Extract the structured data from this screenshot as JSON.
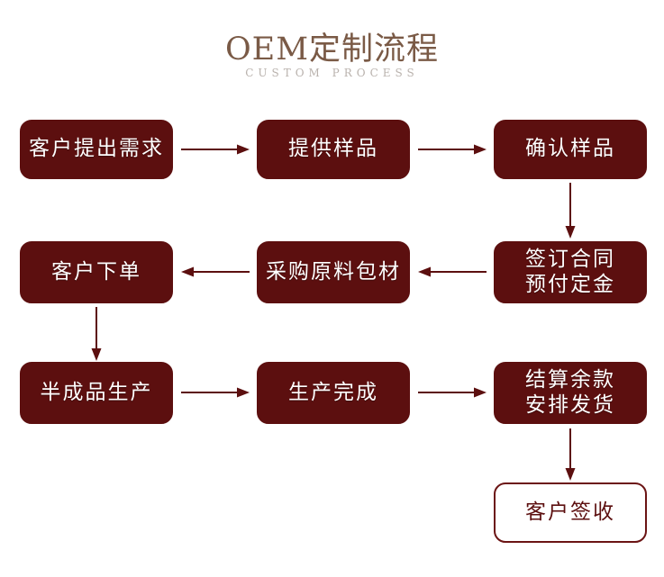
{
  "header": {
    "title": "OEM定制流程",
    "subtitle": "CUSTOM PROCESS"
  },
  "colors": {
    "box_fill": "#5c0f0f",
    "box_text": "#ffffff",
    "outline_box_fill": "#ffffff",
    "outline_box_border": "#6b1414",
    "outline_box_text": "#5c0f0f",
    "arrow": "#5c0f0f",
    "title_text": "#7a5a46",
    "subtitle_text": "#b9b2ad",
    "background": "#ffffff"
  },
  "flowchart": {
    "type": "process-flow",
    "nodes": [
      {
        "id": "n1",
        "label": "客户提出需求",
        "style": "filled",
        "row": 1,
        "col": 1
      },
      {
        "id": "n2",
        "label": "提供样品",
        "style": "filled",
        "row": 1,
        "col": 2
      },
      {
        "id": "n3",
        "label": "确认样品",
        "style": "filled",
        "row": 1,
        "col": 3
      },
      {
        "id": "n4",
        "label": "签订合同\n预付定金",
        "style": "filled",
        "row": 2,
        "col": 3
      },
      {
        "id": "n5",
        "label": "采购原料包材",
        "style": "filled",
        "row": 2,
        "col": 2
      },
      {
        "id": "n6",
        "label": "客户下单",
        "style": "filled",
        "row": 2,
        "col": 1
      },
      {
        "id": "n7",
        "label": "半成品生产",
        "style": "filled",
        "row": 3,
        "col": 1
      },
      {
        "id": "n8",
        "label": "生产完成",
        "style": "filled",
        "row": 3,
        "col": 2
      },
      {
        "id": "n9",
        "label": "结算余款\n安排发货",
        "style": "filled",
        "row": 3,
        "col": 3
      },
      {
        "id": "n10",
        "label": "客户签收",
        "style": "outlined",
        "row": 4,
        "col": 3
      }
    ],
    "edges": [
      {
        "from": "n1",
        "to": "n2",
        "direction": "right"
      },
      {
        "from": "n2",
        "to": "n3",
        "direction": "right"
      },
      {
        "from": "n3",
        "to": "n4",
        "direction": "down"
      },
      {
        "from": "n4",
        "to": "n5",
        "direction": "left"
      },
      {
        "from": "n5",
        "to": "n6",
        "direction": "left"
      },
      {
        "from": "n6",
        "to": "n7",
        "direction": "down"
      },
      {
        "from": "n7",
        "to": "n8",
        "direction": "right"
      },
      {
        "from": "n8",
        "to": "n9",
        "direction": "right"
      },
      {
        "from": "n9",
        "to": "n10",
        "direction": "down"
      }
    ]
  }
}
